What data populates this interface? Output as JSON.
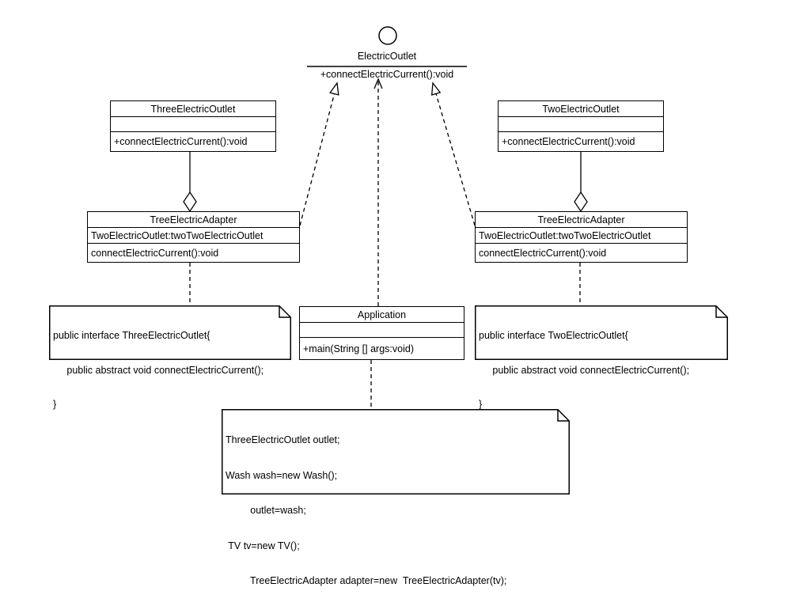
{
  "diagram": {
    "title": "Adapter pattern UML class diagram",
    "colors": {
      "line": "#000000",
      "background": "#ffffff",
      "box_fill": "#ffffff"
    },
    "interface": {
      "name": "ElectricOutlet",
      "method": "+connectElectricCurrent():void"
    },
    "classes": {
      "three_outlet": {
        "title": "ThreeElectricOutlet",
        "attributes": "",
        "methods": "+connectElectricCurrent():void"
      },
      "two_outlet": {
        "title": "TwoElectricOutlet",
        "attributes": "",
        "methods": "+connectElectricCurrent():void"
      },
      "adapter_left": {
        "title": "TreeElectricAdapter",
        "attributes": "TwoElectricOutlet:twoTwoElectricOutlet",
        "methods": "connectElectricCurrent():void"
      },
      "adapter_right": {
        "title": "TreeElectricAdapter",
        "attributes": "TwoElectricOutlet:twoTwoElectricOutlet",
        "methods": "connectElectricCurrent():void"
      },
      "application": {
        "title": "Application",
        "attributes": "",
        "methods": "+main(String [] args:void)"
      }
    },
    "notes": {
      "left": {
        "lines": [
          "public interface ThreeElectricOutlet{",
          "     public abstract void connectElectricCurrent();",
          "}"
        ]
      },
      "right": {
        "lines": [
          "public interface TwoElectricOutlet{",
          "     public abstract void connectElectricCurrent();",
          "}"
        ]
      },
      "code": {
        "lines": [
          "ThreeElectricOutlet outlet;",
          "Wash wash=new Wash();",
          "         outlet=wash;",
          " TV tv=new TV();",
          "         TreeElectricAdapter adapter=new  TreeElectricAdapter(tv);"
        ]
      }
    }
  }
}
